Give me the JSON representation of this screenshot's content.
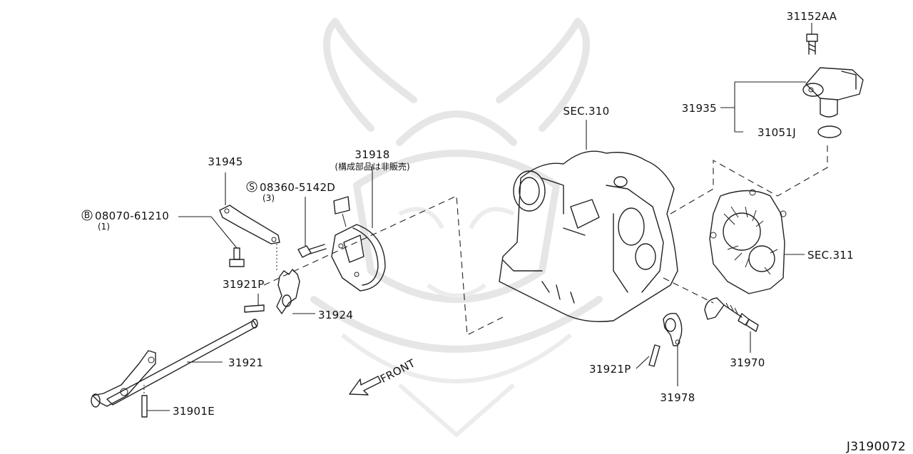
{
  "diagram": {
    "doc_id": "J3190072",
    "labels": {
      "p31152AA": "31152AA",
      "p31935": "31935",
      "p31051J": "31051J",
      "sec310": "SEC.310",
      "sec311": "SEC.311",
      "p31918": "31918",
      "p31918_note": "(構成部品は非販売)",
      "p31945": "31945",
      "p08360": "08360-5142D",
      "p08360_qty": "(3)",
      "p08360_mark": "S",
      "p08070": "08070-61210",
      "p08070_qty": "(1)",
      "p08070_mark": "B",
      "p31921P_left": "31921P",
      "p31924": "31924",
      "p31921": "31921",
      "p31901E": "31901E",
      "front": "FRONT",
      "p31921P_right": "31921P",
      "p31978": "31978",
      "p31970": "31970"
    },
    "watermark_icon": "samurai-helmet-icon"
  }
}
